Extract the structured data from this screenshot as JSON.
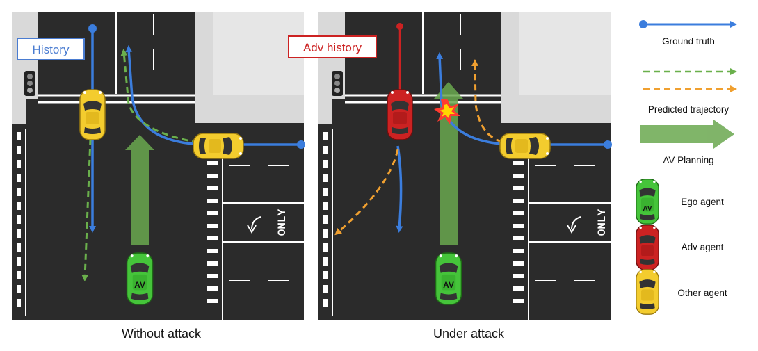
{
  "panels": {
    "left": {
      "label": "History",
      "caption": "Without attack",
      "av_label": "AV",
      "road_marking": "ONLY"
    },
    "right": {
      "label": "Adv history",
      "caption": "Under attack",
      "av_label": "AV",
      "road_marking": "ONLY"
    }
  },
  "legend": {
    "ground_truth": "Ground truth",
    "predicted_trajectory": "Predicted trajectory",
    "av_planning": "AV Planning",
    "ego_agent": "Ego agent",
    "adv_agent": "Adv agent",
    "other_agent": "Other agent",
    "ego_icon_label": "AV"
  },
  "colors": {
    "ground_truth": "#3b7ddd",
    "predicted_green": "#6ab04c",
    "predicted_orange": "#f0a030",
    "av_planning": "#6aa84f",
    "ego": "#45c43a",
    "adv": "#cc2222",
    "other": "#f3cc2e",
    "history_box": "#4a7cd1",
    "adv_box": "#cc2222"
  }
}
